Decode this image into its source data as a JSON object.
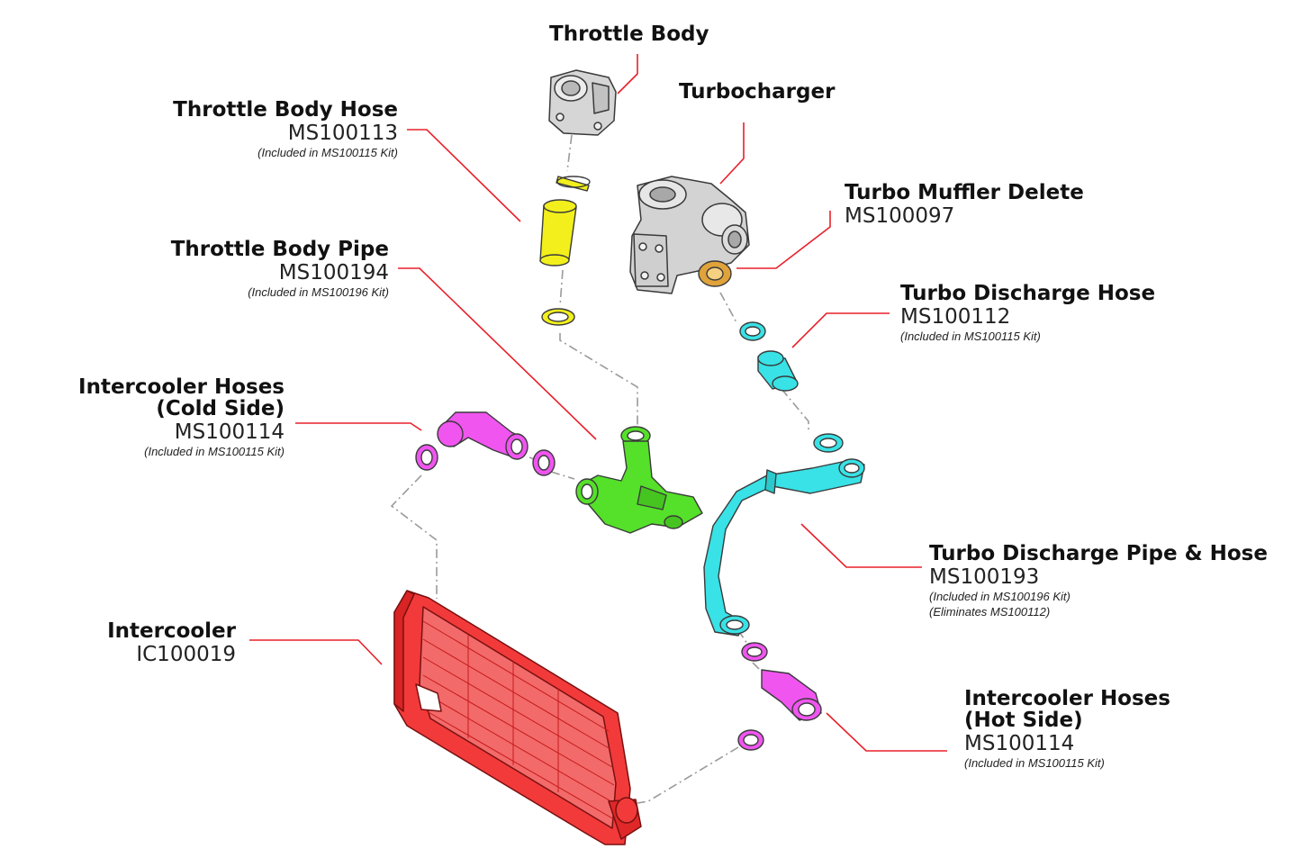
{
  "colors": {
    "leader": "#e8202a",
    "yellow": "#f2ef1c",
    "green": "#55e02a",
    "cyan": "#38e2e6",
    "magenta": "#f055f0",
    "red": "#f23a3a",
    "gray": "#c9c9c9",
    "bronze": "#e0a23a",
    "outline": "#3a3a3a",
    "dash": "#9a9a9a"
  },
  "labels": {
    "throttle_body": {
      "title": "Throttle Body"
    },
    "throttle_body_hose": {
      "title": "Throttle Body Hose",
      "code": "MS100113",
      "note": "(Included in MS100115 Kit)"
    },
    "turbocharger": {
      "title": "Turbocharger"
    },
    "turbo_muffler_delete": {
      "title": "Turbo Muffler Delete",
      "code": "MS100097"
    },
    "throttle_body_pipe": {
      "title": "Throttle Body Pipe",
      "code": "MS100194",
      "note": "(Included in MS100196 Kit)"
    },
    "turbo_discharge_hose": {
      "title": "Turbo Discharge Hose",
      "code": "MS100112",
      "note": "(Included in MS100115 Kit)"
    },
    "intercooler_hoses_cold": {
      "title1": "Intercooler Hoses",
      "title2": "(Cold Side)",
      "code": "MS100114",
      "note": "(Included in MS100115 Kit)"
    },
    "turbo_discharge_pipe": {
      "title": "Turbo Discharge Pipe & Hose",
      "code": "MS100193",
      "note1": "(Included in MS100196 Kit)",
      "note2": "(Eliminates MS100112)"
    },
    "intercooler": {
      "title": "Intercooler",
      "code": "IC100019"
    },
    "intercooler_hoses_hot": {
      "title1": "Intercooler Hoses",
      "title2": "(Hot Side)",
      "code": "MS100114",
      "note": "(Included in MS100115 Kit)"
    }
  }
}
